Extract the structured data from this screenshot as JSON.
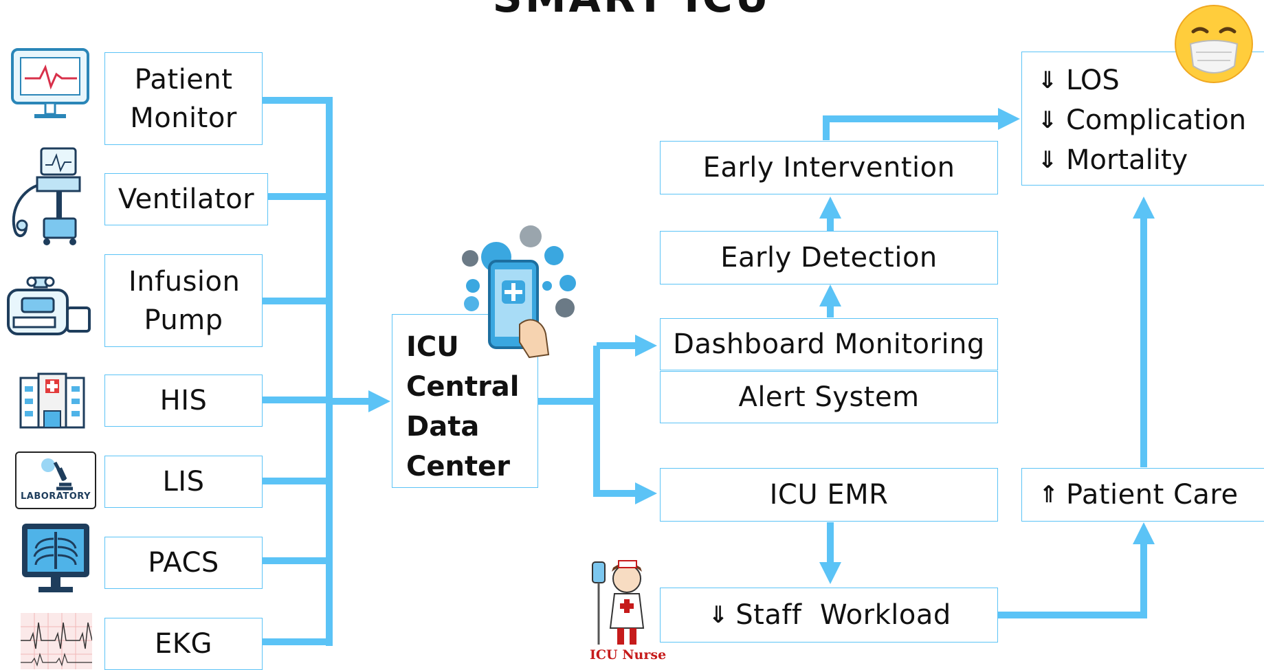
{
  "title": "SMART ICU",
  "colors": {
    "connector": "#5bc3f6",
    "border": "#5bc3f6",
    "text": "#111111"
  },
  "sources": [
    {
      "label": "Patient Monitor",
      "icon": "patient-monitor-icon"
    },
    {
      "label": "Ventilator",
      "icon": "ventilator-icon"
    },
    {
      "label": "Infusion Pump",
      "icon": "infusion-pump-icon"
    },
    {
      "label": "HIS",
      "icon": "hospital-icon"
    },
    {
      "label": "LIS",
      "icon": "laboratory-icon",
      "icon_text": "LABORATORY"
    },
    {
      "label": "PACS",
      "icon": "xray-icon"
    },
    {
      "label": "EKG",
      "icon": "ekg-strip-icon"
    }
  ],
  "center": {
    "lines": [
      "ICU",
      "Central",
      "Data",
      "Center"
    ],
    "icon": "smartphone-apps-icon"
  },
  "outputs": {
    "dashboard": "Dashboard Monitoring",
    "alert": "Alert System",
    "emr": "ICU EMR",
    "early_detection": "Early Detection",
    "early_intervention": "Early Intervention",
    "staff_workload": "Staff  Workload",
    "patient_care": "Patient Care"
  },
  "outcomes": [
    "LOS",
    "Complication",
    "Mortality"
  ],
  "nurse": {
    "label": "ICU Nurse",
    "icon": "nurse-icon"
  },
  "emoji": {
    "icon": "masked-face-icon"
  }
}
